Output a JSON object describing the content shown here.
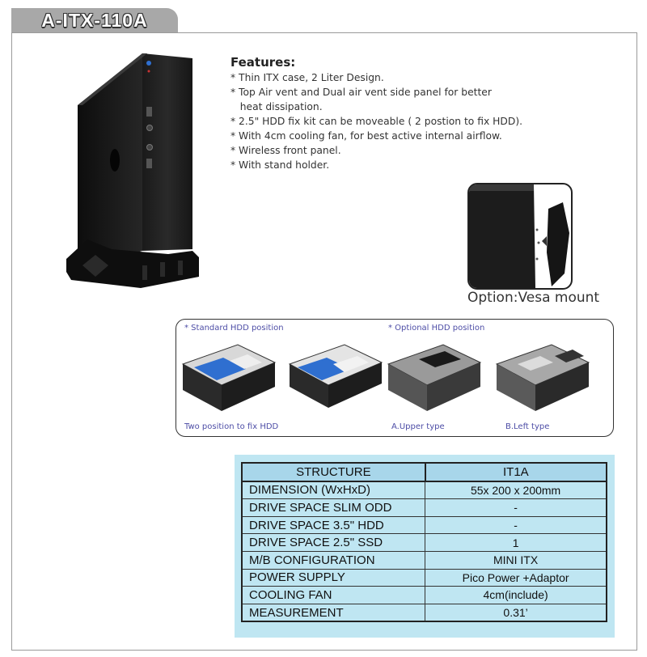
{
  "header": {
    "model": "A-ITX-110A"
  },
  "features": {
    "title": "Features:",
    "items": [
      "* Thin ITX case, 2 Liter Design.",
      "* Top Air vent and Dual air vent side panel for better",
      "   heat dissipation.",
      "* 2.5\" HDD fix kit can be moveable ( 2 postion to fix HDD).",
      "* With 4cm cooling fan, for best active internal airflow.",
      "* Wireless front panel.",
      "* With stand holder."
    ]
  },
  "vesa": {
    "caption": "Option:Vesa mount"
  },
  "hdd": {
    "standard_label": "* Standard HDD position",
    "optional_label": "* Optional HDD position",
    "caption_two_position": "Two position to fix HDD",
    "caption_upper": "A.Upper type",
    "caption_left": "B.Left type"
  },
  "spec": {
    "header": {
      "key": "STRUCTURE",
      "value": "IT1A"
    },
    "rows": [
      {
        "key": "DIMENSION (WxHxD)",
        "value": "55x 200 x 200mm"
      },
      {
        "key": "DRIVE SPACE SLIM ODD",
        "value": "-"
      },
      {
        "key": "DRIVE SPACE 3.5\" HDD",
        "value": "-"
      },
      {
        "key": "DRIVE SPACE 2.5\" SSD",
        "value": "1"
      },
      {
        "key": "M/B CONFIGURATION",
        "value": "MINI ITX"
      },
      {
        "key": "POWER SUPPLY",
        "value": "Pico Power +Adaptor"
      },
      {
        "key": "COOLING FAN",
        "value": "4cm(include)"
      },
      {
        "key": "MEASUREMENT",
        "value": "0.31’"
      }
    ]
  },
  "colors": {
    "accent_blue": "#2f6fd0",
    "table_bg": "#bfe6f2",
    "table_header": "#a8d6ea",
    "tab_gray": "#a8a8a8"
  }
}
